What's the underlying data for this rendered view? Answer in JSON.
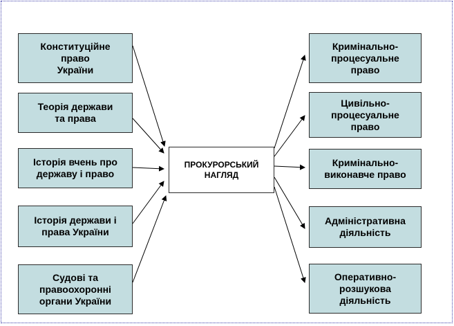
{
  "center": {
    "label": "ПРОКУРОРСЬКИЙ\nНАГЛЯД"
  },
  "left_boxes": [
    {
      "label": "Конституційне\nправо\nУкраїни"
    },
    {
      "label": "Теорія держави\nта права"
    },
    {
      "label": "Історія вчень про\nдержаву і право"
    },
    {
      "label": "Історія держави і\nправа України"
    },
    {
      "label": "Судові та\nправоохоронні\nоргани України"
    }
  ],
  "right_boxes": [
    {
      "label": "Кримінально-\nпроцесуальне\nправо"
    },
    {
      "label": "Цивільно-\nпроцесуальне\nправо"
    },
    {
      "label": "Кримінально-\nвиконавче право"
    },
    {
      "label": "Адміністративна\nдіяльність"
    },
    {
      "label": "Оперативно-\nрозшукова\nдіяльність"
    }
  ],
  "colors": {
    "box_fill": "#c3dde0",
    "border": "#2a2a2a",
    "frame": "#3a3aa8"
  }
}
